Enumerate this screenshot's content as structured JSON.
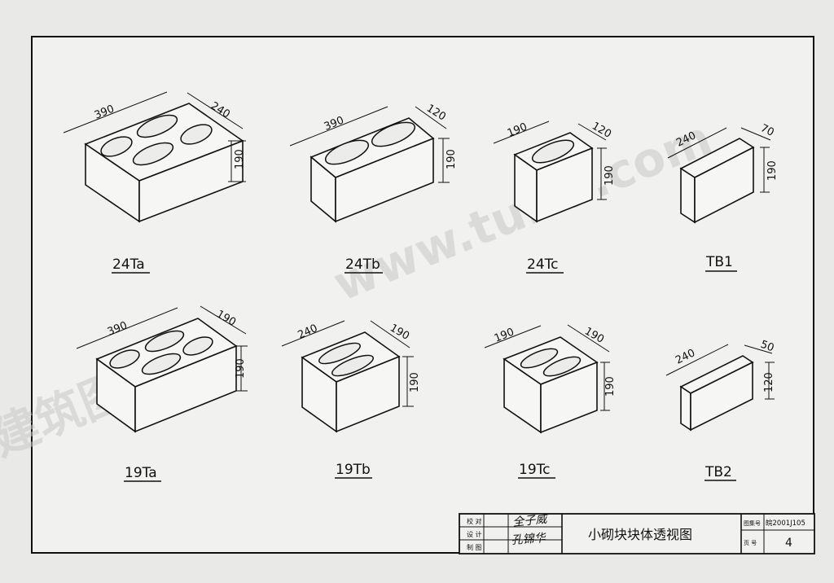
{
  "watermark": {
    "text_cn": "建筑图集库",
    "text_url": "www.tuitu.com"
  },
  "blocks": [
    {
      "label": "24Ta",
      "dim_length": "390",
      "dim_width": "240",
      "dim_height": "190"
    },
    {
      "label": "24Tb",
      "dim_length": "390",
      "dim_width": "120",
      "dim_height": "190"
    },
    {
      "label": "24Tc",
      "dim_length": "190",
      "dim_width": "120",
      "dim_height": "190"
    },
    {
      "label": "TB1",
      "dim_length": "240",
      "dim_width": "70",
      "dim_height": "190"
    },
    {
      "label": "19Ta",
      "dim_length": "390",
      "dim_width": "190",
      "dim_height": "190"
    },
    {
      "label": "19Tb",
      "dim_length": "240",
      "dim_width": "190",
      "dim_height": "190"
    },
    {
      "label": "19Tc",
      "dim_length": "190",
      "dim_width": "190",
      "dim_height": "190"
    },
    {
      "label": "TB2",
      "dim_length": "240",
      "dim_width": "50",
      "dim_height": "120"
    }
  ],
  "title_block": {
    "rows": [
      "校 对",
      "设 计",
      "制 图"
    ],
    "signature_1": "全子威",
    "signature_2": "孔锦华",
    "drawing_title": "小砌块块体透视图",
    "atlas_no_label": "图集号",
    "atlas_no": "皖2001J105",
    "page_label": "页 号",
    "page_no": "4"
  }
}
